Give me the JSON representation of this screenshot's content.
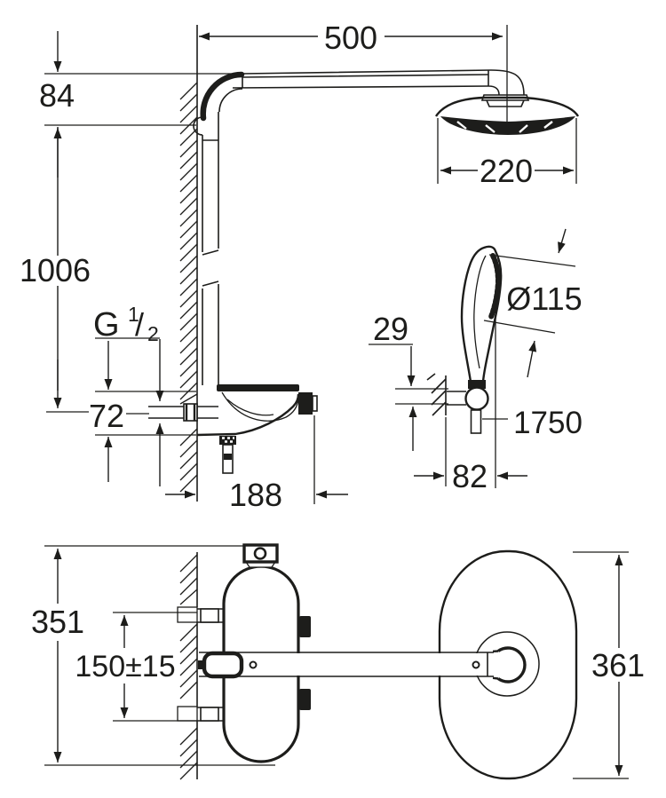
{
  "drawing": {
    "title": "shower-system-dimension-drawing",
    "line_color": "#1d1d1b",
    "background": "#ffffff"
  },
  "side_view": {
    "dim_arm_length": "500",
    "dim_arm_drop": "84",
    "dim_column_height": "1006",
    "dim_head_diameter": "220",
    "dim_hand_shower_diameter": "Ø115",
    "dim_holder_bracket": "29",
    "dim_body_height_at_wall": "72",
    "thread_label": {
      "letter": "G",
      "numerator": "1",
      "slash": "/",
      "denominator": "2"
    },
    "dim_hose_length": "1750",
    "dim_body_depth": "188",
    "dim_holder_depth": "82"
  },
  "top_view": {
    "dim_overall_height": "351",
    "dim_fixing_centers": "150±15",
    "dim_head_width": "361"
  }
}
